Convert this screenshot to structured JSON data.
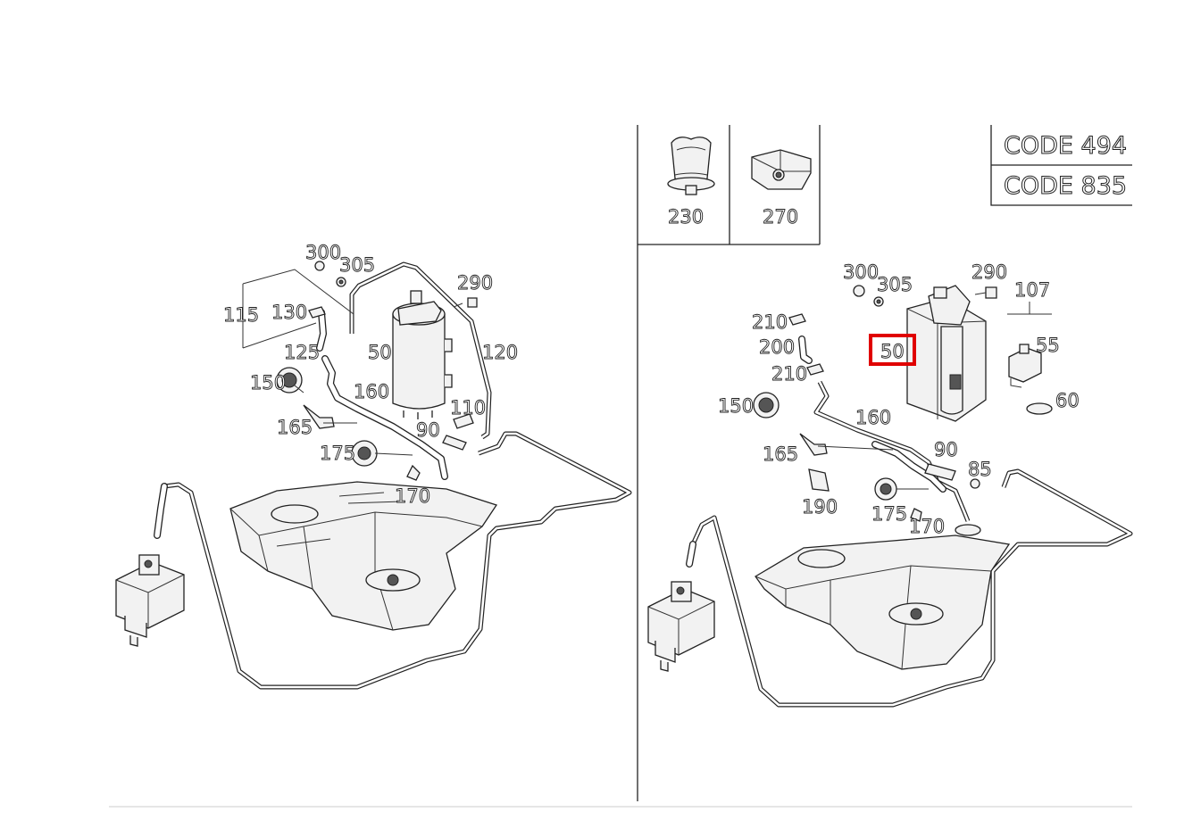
{
  "left_panel": {
    "callouts": [
      "300",
      "305",
      "290",
      "115",
      "130",
      "125",
      "50",
      "120",
      "150",
      "160",
      "110",
      "165",
      "90",
      "175",
      "170"
    ]
  },
  "right_panel": {
    "callouts": [
      "300",
      "305",
      "290",
      "107",
      "210",
      "200",
      "50",
      "55",
      "210",
      "150",
      "160",
      "60",
      "90",
      "165",
      "85",
      "190",
      "175",
      "170"
    ]
  },
  "insets": [
    {
      "label": "230"
    },
    {
      "label": "270"
    }
  ],
  "codes": [
    "CODE 494",
    "CODE 835"
  ],
  "highlight": {
    "label": "50",
    "color": "#e00000"
  }
}
